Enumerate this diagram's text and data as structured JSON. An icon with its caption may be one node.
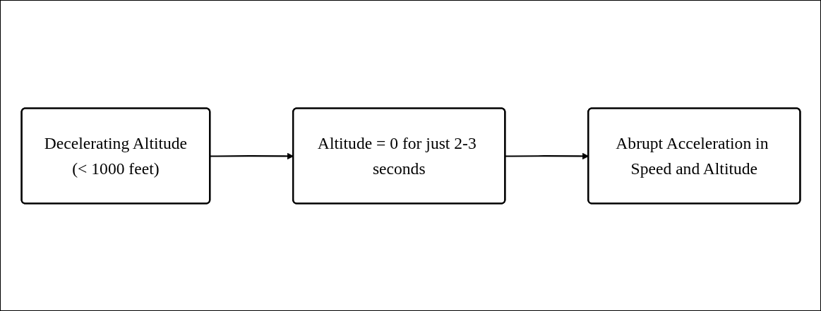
{
  "diagram": {
    "nodes": [
      {
        "text": [
          "Decelerating Altitude",
          "(< 1000 feet)"
        ]
      },
      {
        "text": [
          "Altitude = 0 for just 2-3 seconds"
        ]
      },
      {
        "text": [
          "Abrupt Acceleration in Speed and Altitude"
        ]
      }
    ],
    "edges": [
      {
        "from": 0,
        "to": 1,
        "arrow": "to"
      },
      {
        "from": 1,
        "to": 2,
        "arrow": "to"
      }
    ]
  }
}
